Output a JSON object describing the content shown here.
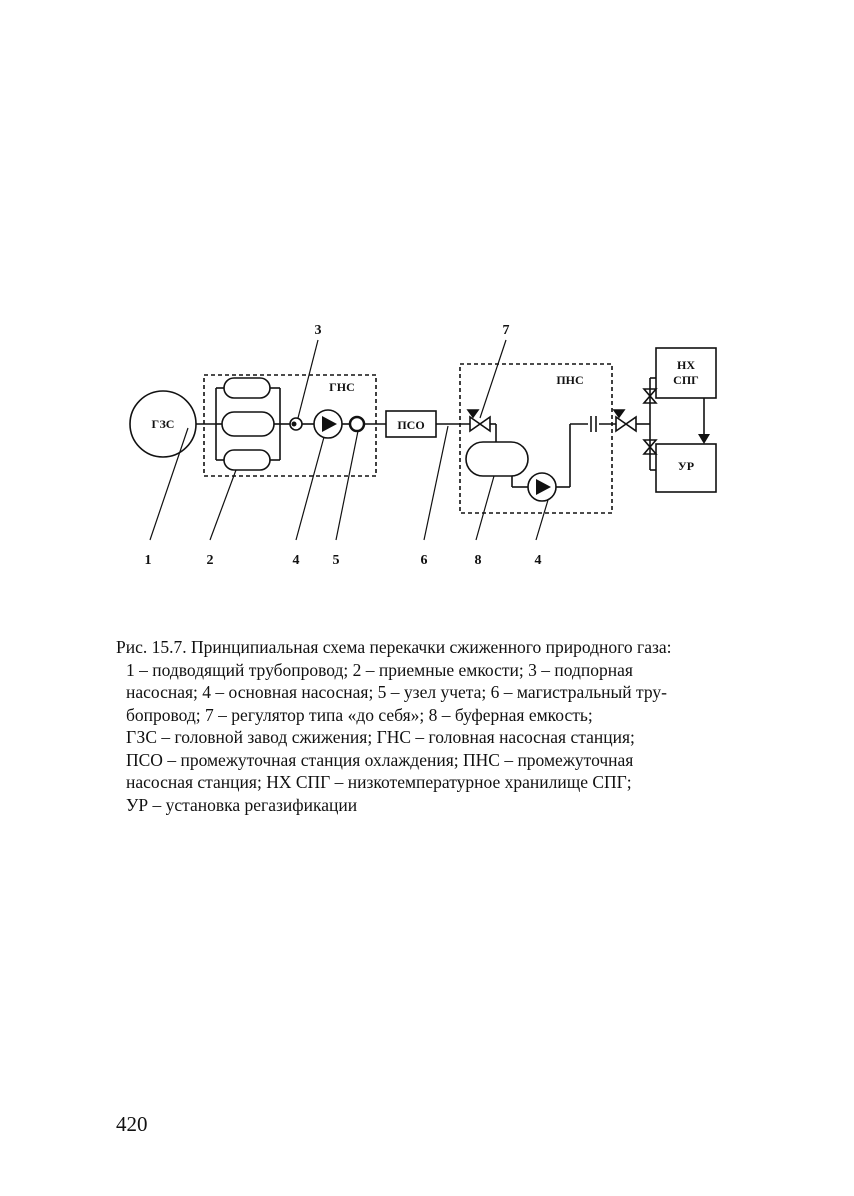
{
  "diagram": {
    "stations": {
      "gzs": "ГЗС",
      "gns": "ГНС",
      "pso": "ПСО",
      "pns": "ПНС",
      "nx_line1": "НХ",
      "nx_line2": "СПГ",
      "ur": "УР"
    },
    "callouts": {
      "top_3": "3",
      "top_7": "7",
      "b_1": "1",
      "b_2": "2",
      "b_4a": "4",
      "b_5": "5",
      "b_6": "6",
      "b_8": "8",
      "b_4b": "4"
    }
  },
  "caption": {
    "line1": "Рис. 15.7. Принципиальная схема перекачки сжиженного природного газа:",
    "line2": "1 – подводящий трубопровод; 2 – приемные емкости; 3 – подпорная",
    "line3": "насосная; 4 – основная насосная; 5 – узел учета; 6 – магистральный тру-",
    "line4": "бопровод; 7 – регулятор типа «до себя»; 8 – буферная емкость;",
    "line5": "ГЗС – головной завод сжижения; ГНС – головная насосная станция;",
    "line6": "ПСО – промежуточная станция охлаждения; ПНС – промежуточная",
    "line7": "насосная станция; НХ СПГ – низкотемпературное хранилище СПГ;",
    "line8": "УР – установка регазификации"
  },
  "page_number": "420"
}
